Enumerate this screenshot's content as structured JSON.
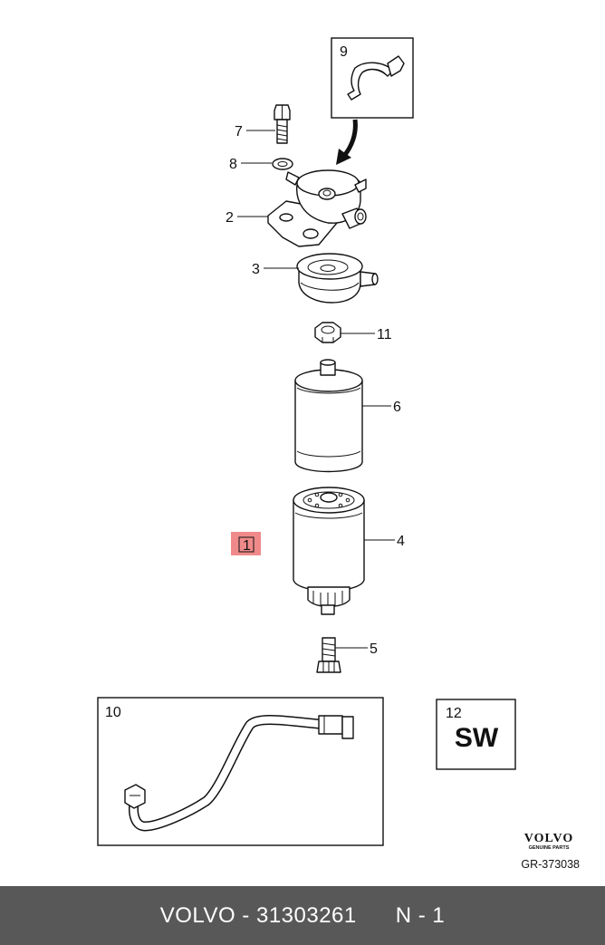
{
  "diagram": {
    "callouts": {
      "p1": "1",
      "p2": "2",
      "p3": "3",
      "p4": "4",
      "p5": "5",
      "p6": "6",
      "p7": "7",
      "p8": "8",
      "p9": "9",
      "p10": "10",
      "p11": "11",
      "p12": "12"
    },
    "sw_text": "SW",
    "brand_logo": "VOLVO",
    "brand_sub": "GENUINE PARTS",
    "ref_code": "GR-373038",
    "highlight_color": "#f08a8a"
  },
  "footer": {
    "brand": "VOLVO",
    "separator": " - ",
    "part_number": "31303261",
    "position": "N - 1"
  }
}
